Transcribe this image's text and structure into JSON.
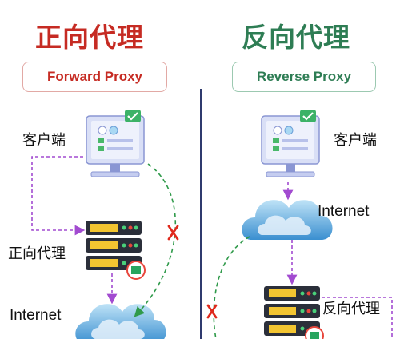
{
  "left": {
    "title": "正向代理",
    "subtitle": "Forward Proxy",
    "client_label": "客户端",
    "proxy_label": "正向代理",
    "internet_label": "Internet"
  },
  "right": {
    "title": "反向代理",
    "subtitle": "Reverse Proxy",
    "client_label": "客户端",
    "internet_label": "Internet",
    "proxy_label": "反向代理"
  },
  "colors": {
    "forward_accent": "#c62b23",
    "reverse_accent": "#2e7d54",
    "arrow_purple": "#a24bd0",
    "arrow_green": "#2f9a4a",
    "blocked_mark": "#e0291c"
  },
  "icons": [
    "client-computer-icon",
    "proxy-server-icon",
    "cloud-icon",
    "blocked-x-icon"
  ]
}
